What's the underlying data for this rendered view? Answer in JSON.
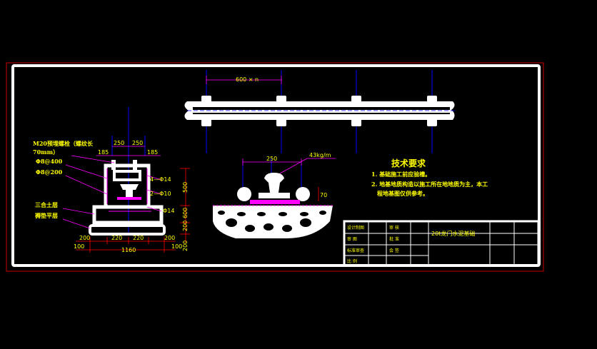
{
  "rail_plan": {
    "spacing_label": "600 × n"
  },
  "section": {
    "width_label": "250",
    "rail_type_label": "43kg/m",
    "height_label": "70"
  },
  "foundation": {
    "bolt_note_line1": "M20预埋螺栓（螺纹长",
    "bolt_note_line2": "70mm）",
    "plate1": "Φ8@400",
    "plate2": "Φ8@200",
    "soil_layer": "三合土层",
    "cushion_layer": "褥垫平层",
    "rebar1": "4—Φ14",
    "rebar2": "2—Φ10",
    "rebar3": "Φ14",
    "dim_top_left": "250",
    "dim_top_right": "250",
    "dim_side_left": "185",
    "dim_side_right": "185",
    "dim_right_1": "500",
    "dim_right_2": "600",
    "dim_right_3": "200",
    "dim_right_4": "200",
    "dim_bot_left": "200",
    "dim_bot_center_l": "220",
    "dim_bot_center_r": "220",
    "dim_bot_right": "200",
    "dim_bot_far_left": "100",
    "dim_bot_far_right": "100",
    "dim_total": "1160"
  },
  "tech_requirements": {
    "title": "技术要求",
    "item1": "1. 基础施工前应验槽。",
    "item2": "2. 地基地质构造以施工所在地地质为主，本工",
    "item2_cont": "程地基图仅供参考。"
  },
  "title_block": {
    "designer": "设计制图",
    "review": "审 核",
    "drawing": "审 图",
    "standard": "标准审查",
    "approval": "批 准",
    "approve2": "会 签",
    "ratio": "比 例",
    "title": "20t龙门水泥基础"
  }
}
